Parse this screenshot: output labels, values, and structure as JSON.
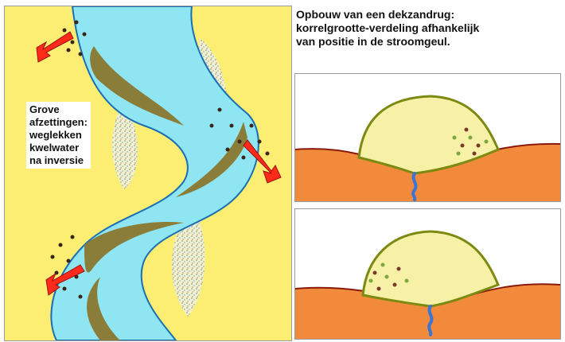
{
  "title": {
    "lines": [
      "Opbouw van een dekzandrug:",
      "korrelgrootte-verdeling afhankelijk",
      "van positie in de stroomgeul."
    ]
  },
  "left_label": {
    "lines": [
      "Grove",
      "afzettingen:",
      "weglekken",
      "kwelwater",
      "na inversie"
    ]
  },
  "colors": {
    "background_sand": "#fbee72",
    "channel_water": "#8fe6f2",
    "channel_outline": "#1a6fb5",
    "point_bar": "#8a7d3a",
    "arrow": "#ff2a1a",
    "ground": "#f28a3c",
    "ridge_outline": "#7d8a12",
    "seepage": "#3b74d6"
  },
  "icons": [
    "flow-arrow-icon",
    "seepage-icon"
  ]
}
